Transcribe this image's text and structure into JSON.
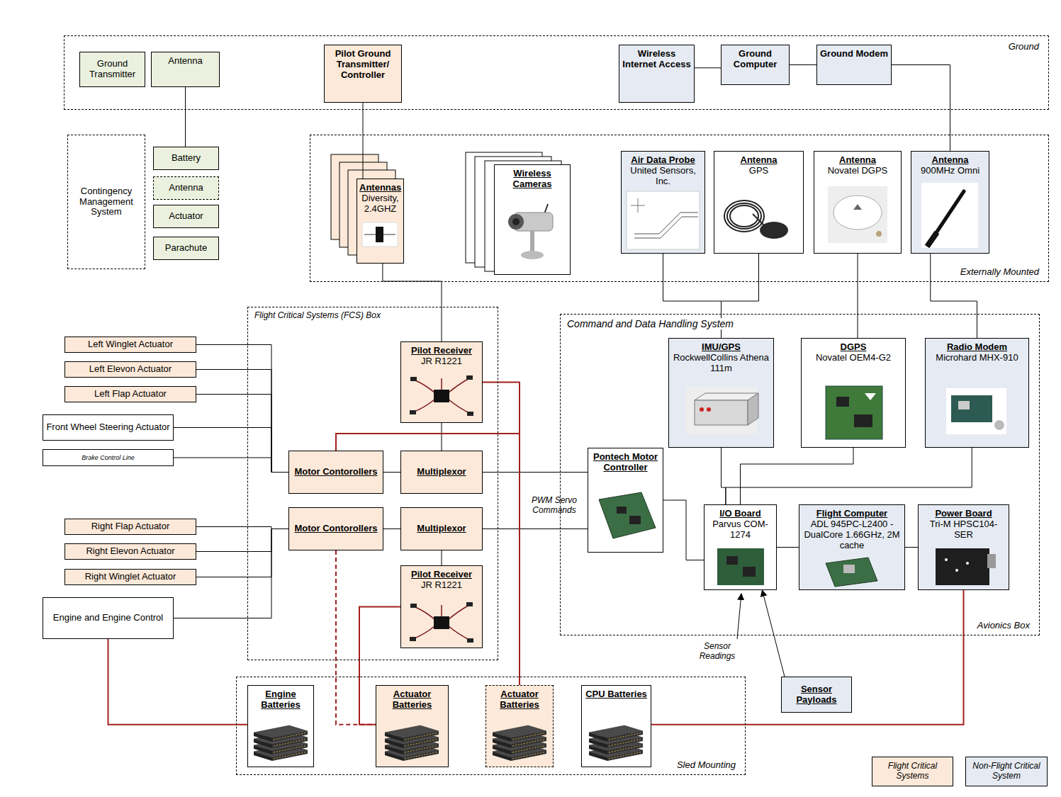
{
  "diagram": {
    "nodes": [
      {
        "text": [
          "Ground"
        ]
      },
      {
        "text": [
          "Ground Transmitter"
        ],
        "in": 0
      },
      {
        "text": [
          "Antenna"
        ],
        "in": 0
      },
      {
        "text": [
          "Pilot Ground Transmitter/ Controller"
        ],
        "in": 0
      },
      {
        "text": [
          "Wireless Internet Access"
        ],
        "in": 0
      },
      {
        "text": [
          "Ground Computer"
        ],
        "in": 0
      },
      {
        "text": [
          "Ground Modem"
        ],
        "in": 0
      },
      {
        "text": [
          "Contingency Management System"
        ]
      },
      {
        "text": [
          "Battery"
        ]
      },
      {
        "text": [
          "Antenna"
        ]
      },
      {
        "text": [
          "Actuator"
        ]
      },
      {
        "text": [
          "Parachute"
        ]
      },
      {
        "text": [
          "Externally Mounted"
        ]
      },
      {
        "text": [
          "Antennas",
          "Diversity, 2.4GHZ"
        ],
        "in": 12
      },
      {
        "text": [
          "Wireless Cameras"
        ],
        "in": 12
      },
      {
        "text": [
          "Air Data Probe",
          "United Sensors, Inc."
        ],
        "in": 12
      },
      {
        "text": [
          "Antenna",
          "GPS"
        ],
        "in": 12
      },
      {
        "text": [
          "Antenna",
          "Novatel DGPS"
        ],
        "in": 12
      },
      {
        "text": [
          "Antenna",
          "900MHz Omni"
        ],
        "in": 12
      },
      {
        "text": [
          "Flight Critical Systems (FCS) Box"
        ]
      },
      {
        "text": [
          "Pilot Receiver",
          "JR R1221"
        ],
        "in": 19
      },
      {
        "text": [
          "Motor Contorollers"
        ],
        "in": 19
      },
      {
        "text": [
          "Multiplexor"
        ],
        "in": 19
      },
      {
        "text": [
          "Motor Contorollers"
        ],
        "in": 19
      },
      {
        "text": [
          "Multiplexor"
        ],
        "in": 19
      },
      {
        "text": [
          "Pilot Receiver",
          "JR R1221"
        ],
        "in": 19
      },
      {
        "text": [
          "Left Winglet Actuator"
        ]
      },
      {
        "text": [
          "Left Elevon Actuator"
        ]
      },
      {
        "text": [
          "Left Flap Actuator"
        ]
      },
      {
        "text": [
          "Front Wheel Steering Actuator"
        ]
      },
      {
        "text": [
          "Brake Control Line"
        ]
      },
      {
        "text": [
          "Right Flap Actuator"
        ]
      },
      {
        "text": [
          "Right Elevon Actuator"
        ]
      },
      {
        "text": [
          "Right Winglet Actuator"
        ]
      },
      {
        "text": [
          "Engine and Engine Control"
        ]
      },
      {
        "text": [
          "Command and Data Handling System",
          "Avionics Box"
        ]
      },
      {
        "text": [
          "IMU/GPS",
          "RockwellCollins Athena 111m"
        ],
        "in": 35
      },
      {
        "text": [
          "DGPS",
          "Novatel OEM4-G2"
        ],
        "in": 35
      },
      {
        "text": [
          "Radio Modem",
          "Microhard MHX-910"
        ],
        "in": 35
      },
      {
        "text": [
          "Pontech Motor Controller"
        ],
        "in": 35
      },
      {
        "text": [
          "I/O Board",
          "Parvus COM-1274"
        ],
        "in": 35
      },
      {
        "text": [
          "Flight Computer",
          "ADL 945PC-L2400 - DualCore 1.66GHz, 2M cache"
        ],
        "in": 35
      },
      {
        "text": [
          "Power Board",
          "Tri-M HPSC104-SER"
        ],
        "in": 35
      },
      {
        "text": [
          "Sensor Payloads"
        ]
      },
      {
        "text": [
          "Sled Mounting"
        ]
      },
      {
        "text": [
          "Engine Batteries"
        ],
        "in": 44
      },
      {
        "text": [
          "Actuator Batteries"
        ],
        "in": 44
      },
      {
        "text": [
          "Actuator Batteries"
        ],
        "in": 44
      },
      {
        "text": [
          "CPU Batteries"
        ],
        "in": 44
      }
    ],
    "edges": [
      {
        "from": 2,
        "to": 8,
        "arrow": "none"
      },
      {
        "from": 3,
        "to": 13,
        "arrow": "none"
      },
      {
        "from": 4,
        "to": 5,
        "arrow": "none"
      },
      {
        "from": 5,
        "to": 6,
        "arrow": "none"
      },
      {
        "from": 6,
        "to": 18,
        "arrow": "none"
      },
      {
        "from": 13,
        "to": 20,
        "arrow": "none"
      },
      {
        "from": 15,
        "to": 36,
        "arrow": "none"
      },
      {
        "from": 16,
        "to": 36,
        "arrow": "none"
      },
      {
        "from": 17,
        "to": 37,
        "arrow": "none"
      },
      {
        "from": 18,
        "to": 38,
        "arrow": "none"
      },
      {
        "from": 20,
        "to": 22,
        "arrow": "none"
      },
      {
        "from": 22,
        "to": 21,
        "arrow": "none"
      },
      {
        "from": 26,
        "to": 21,
        "arrow": "none"
      },
      {
        "from": 27,
        "to": 21,
        "arrow": "none"
      },
      {
        "from": 28,
        "to": 21,
        "arrow": "none"
      },
      {
        "from": 29,
        "to": 21,
        "arrow": "none"
      },
      {
        "from": 30,
        "to": 21,
        "arrow": "none"
      },
      {
        "from": 31,
        "to": 23,
        "arrow": "none"
      },
      {
        "from": 32,
        "to": 23,
        "arrow": "none"
      },
      {
        "from": 33,
        "to": 23,
        "arrow": "none"
      },
      {
        "from": 34,
        "to": 23,
        "arrow": "none"
      },
      {
        "from": 24,
        "to": 23,
        "arrow": "none"
      },
      {
        "from": 25,
        "to": 24,
        "arrow": "none"
      },
      {
        "from": 22,
        "to": 39,
        "arrow": "none"
      },
      {
        "from": 24,
        "to": 39,
        "arrow": "none"
      },
      {
        "from": 39,
        "to": 40,
        "arrow": "none"
      },
      {
        "from": 36,
        "to": 40,
        "arrow": "none"
      },
      {
        "from": 37,
        "to": 40,
        "arrow": "none"
      },
      {
        "from": 38,
        "to": 40,
        "arrow": "none"
      },
      {
        "from": 40,
        "to": 41,
        "arrow": "none"
      },
      {
        "from": 41,
        "to": 42,
        "arrow": "none"
      },
      {
        "from": 43,
        "to": 40,
        "arrow": "to"
      },
      {
        "from": 34,
        "to": 45,
        "arrow": "none"
      },
      {
        "from": 20,
        "to": 47,
        "arrow": "none"
      },
      {
        "from": 21,
        "to": 47,
        "arrow": "none"
      },
      {
        "from": 25,
        "to": 46,
        "arrow": "none"
      },
      {
        "from": 23,
        "to": 46,
        "arrow": "none"
      },
      {
        "from": 42,
        "to": 48,
        "arrow": "none"
      }
    ],
    "labels": [
      "PWM Servo Commands",
      "Sensor Readings"
    ],
    "legend": [
      {
        "text": "Flight Critical Systems",
        "color": "#fde9d9"
      },
      {
        "text": "Non-Flight Critical System",
        "color": "#e6ebf3"
      }
    ]
  }
}
